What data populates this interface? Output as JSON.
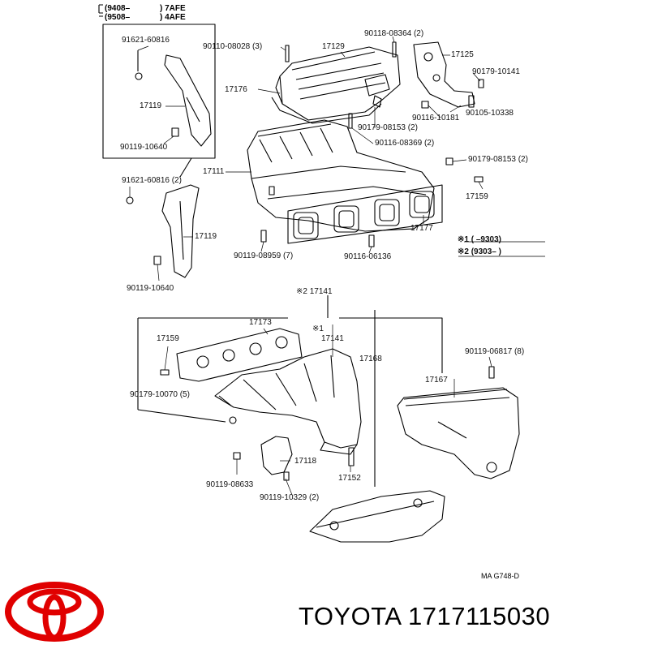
{
  "header": {
    "variant_1_code": "(9408–",
    "variant_1_engine": ") 7AFE",
    "variant_2_code": "(9508–",
    "variant_2_engine": ") 4AFE"
  },
  "legend": {
    "note_1": "※1 (     –9303)",
    "note_2": "※2 (9303–      )"
  },
  "labels": {
    "p01": "91621-60816",
    "p02": "17119",
    "p03": "90119-10640",
    "p04": "90110-08028 (3)",
    "p05": "17129",
    "p06": "17176",
    "p07": "90118-08364 (2)",
    "p08": "17125",
    "p09": "90179-10141",
    "p10": "90105-10338",
    "p11": "90116-10181",
    "p12": "90179-08153 (2)",
    "p13": "90116-08369 (2)",
    "p14": "17111",
    "p15": "90179-08153 (2)",
    "p16": "17159",
    "p17": "17177",
    "p18": "91621-60816 (2)",
    "p19": "17119",
    "p20": "90119-10640",
    "p21": "90119-08959 (7)",
    "p22": "90116-06136",
    "p23": "※2 17141",
    "p24": "17173",
    "p25": "17159",
    "p26": "※1",
    "p27": "17141",
    "p28": "17168",
    "p29": "90119-06817 (8)",
    "p30": "17167",
    "p31": "90179-10070 (5)",
    "p32": "17118",
    "p33": "90119-08633",
    "p34": "17152",
    "p35": "90119-10329 (2)"
  },
  "drawing_code": "MA G748-D",
  "brand": {
    "name": "TOYOTA",
    "part_number": "1717115030",
    "logo_color": "#e00000"
  }
}
